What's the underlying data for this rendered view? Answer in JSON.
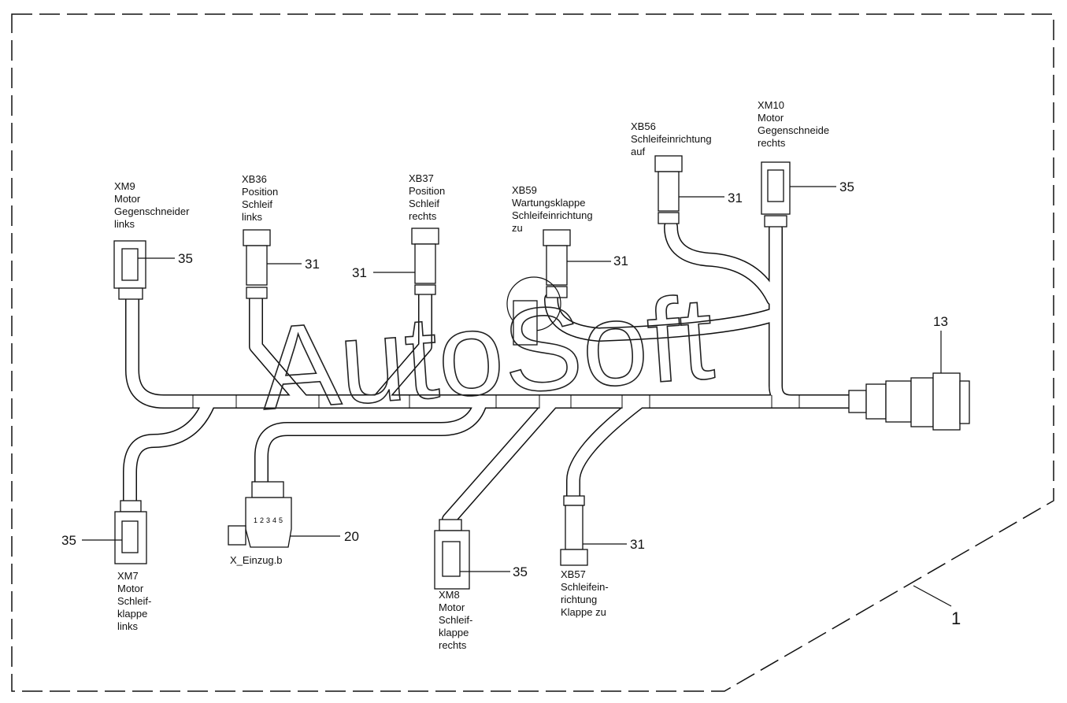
{
  "watermark": "AutoSoft",
  "assembly_ref": "1",
  "plug_ref": "13",
  "connectors": [
    {
      "id": "xm9",
      "lines": [
        "XM9",
        "Motor",
        "Gegenschneider",
        "links"
      ],
      "ref": "35"
    },
    {
      "id": "xb36",
      "lines": [
        "XB36",
        "Position",
        "Schleif",
        "links"
      ],
      "ref": "31"
    },
    {
      "id": "xb37",
      "lines": [
        "XB37",
        "Position",
        "Schleif",
        "rechts"
      ],
      "ref": "31"
    },
    {
      "id": "xb59",
      "lines": [
        "XB59",
        "Wartungsklappe",
        "Schleifeinrichtung",
        "zu"
      ],
      "ref": "31"
    },
    {
      "id": "xb56",
      "lines": [
        "XB56",
        "Schleifeinrichtung",
        "auf"
      ],
      "ref": "31"
    },
    {
      "id": "xm10",
      "lines": [
        "XM10",
        "Motor",
        "Gegenschneide",
        "rechts"
      ],
      "ref": "35"
    },
    {
      "id": "xm7",
      "lines": [
        "XM7",
        "Motor",
        "Schleif-",
        "klappe",
        "links"
      ],
      "ref": "35"
    },
    {
      "id": "x-einzug",
      "lines": [
        "X_Einzug.b"
      ],
      "ref": "20",
      "pins": [
        "1",
        "2",
        "3",
        "4",
        "5"
      ]
    },
    {
      "id": "xm8",
      "lines": [
        "XM8",
        "Motor",
        "Schleif-",
        "klappe",
        "rechts"
      ],
      "ref": "35"
    },
    {
      "id": "xb57",
      "lines": [
        "XB57",
        "Schleifein-",
        "richtung",
        "Klappe zu"
      ],
      "ref": "31"
    }
  ]
}
